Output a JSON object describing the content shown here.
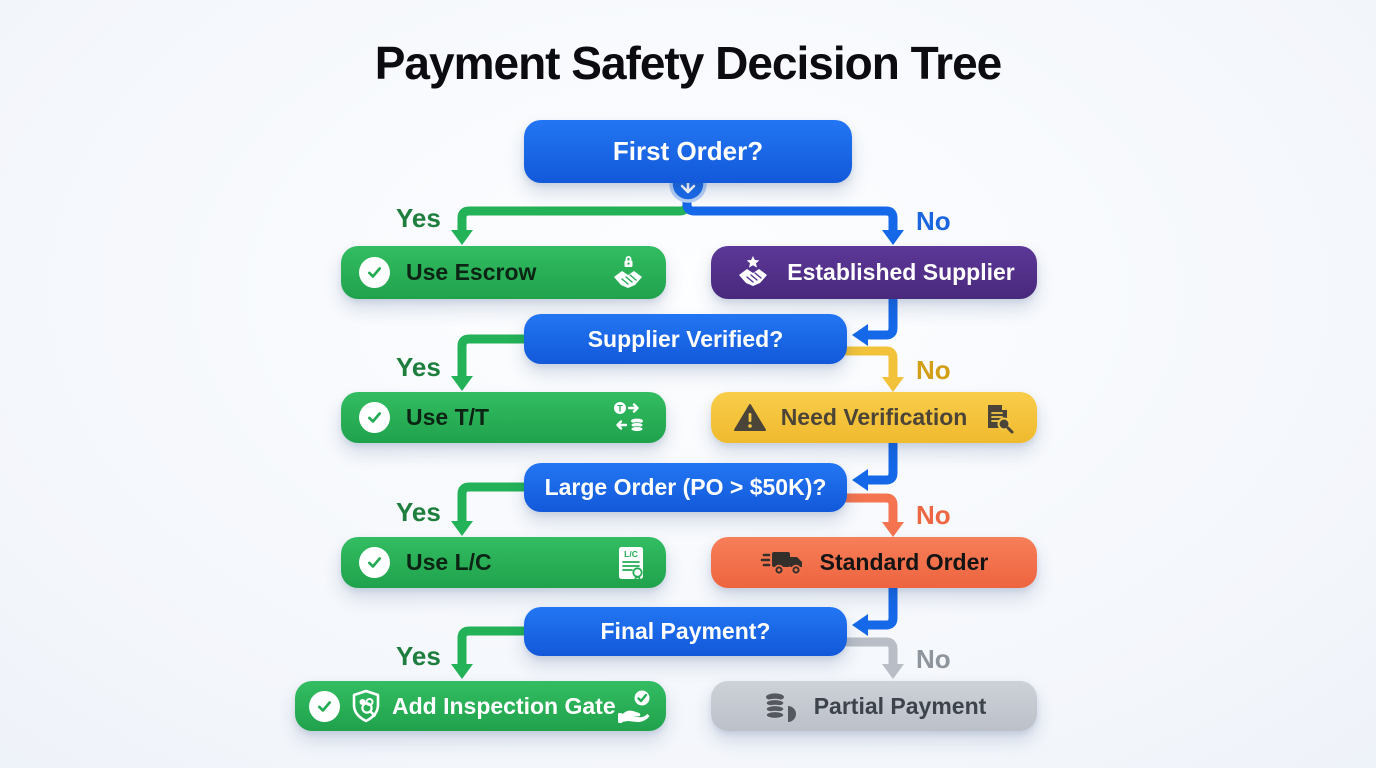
{
  "title": "Payment Safety Decision Tree",
  "nodes": {
    "first_order": {
      "label": "First Order?"
    },
    "use_escrow": {
      "label": "Use Escrow"
    },
    "established_supplier": {
      "label": "Established Supplier"
    },
    "supplier_verified": {
      "label": "Supplier Verified?"
    },
    "use_tt": {
      "label": "Use T/T"
    },
    "need_verification": {
      "label": "Need Verification"
    },
    "large_order": {
      "label": "Large Order (PO > $50K)?"
    },
    "use_lc": {
      "label": "Use L/C"
    },
    "standard_order": {
      "label": "Standard Order"
    },
    "final_payment": {
      "label": "Final Payment?"
    },
    "add_inspection_gate": {
      "label": "Add Inspection Gate"
    },
    "partial_payment": {
      "label": "Partial Payment"
    }
  },
  "branches": [
    {
      "yes": "Yes",
      "no": "No"
    },
    {
      "yes": "Yes",
      "no": "No"
    },
    {
      "yes": "Yes",
      "no": "No"
    },
    {
      "yes": "Yes",
      "no": "No"
    }
  ],
  "icon_labels": {
    "tt_letter": "T",
    "lc_label": "L/C"
  },
  "colors": {
    "question_blue": "#1b66e4",
    "action_green": "#28b157",
    "supplier_purple": "#53328f",
    "warning_yellow": "#f5c640",
    "standard_orange": "#f3714c",
    "partial_gray": "#c6cbd2",
    "yes_label_green": "#1d7e3d",
    "no_label_blue": "#1b66df",
    "no_label_gold": "#d2a017",
    "no_label_orange": "#ee6743",
    "no_label_gray": "#8e959d",
    "background": "#f0f4fa",
    "title_text": "#0b0b10"
  }
}
